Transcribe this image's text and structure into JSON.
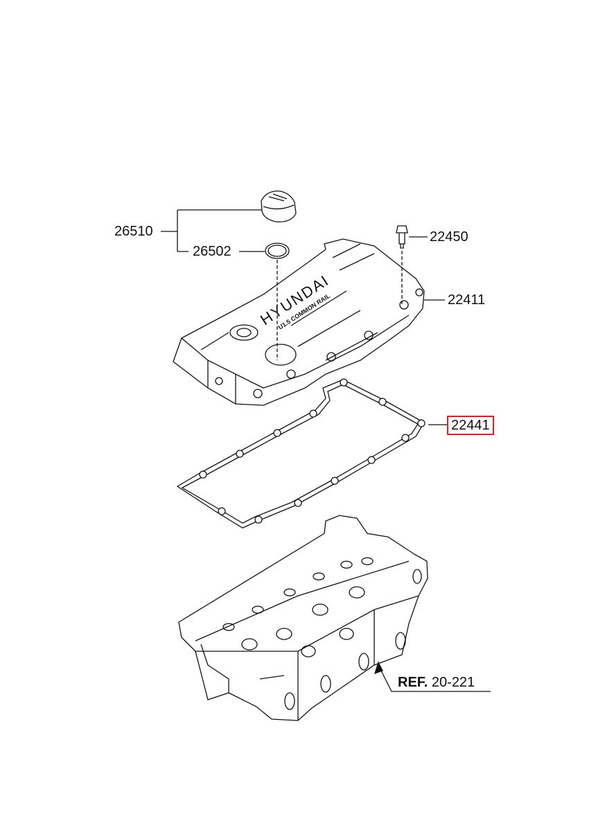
{
  "diagram": {
    "parts": [
      {
        "id": "cap",
        "number": "26510"
      },
      {
        "id": "cap-gasket",
        "number": "26502"
      },
      {
        "id": "bolt",
        "number": "22450"
      },
      {
        "id": "cover",
        "number": "22411"
      },
      {
        "id": "cover-gasket",
        "number": "22441",
        "highlighted": true
      }
    ],
    "reference": {
      "prefix": "REF.",
      "number": "20-221"
    },
    "logo_text": {
      "brand": "HYUNDAI",
      "engine": "U1.5 COMMON RAIL"
    },
    "highlight_color": "#e02020"
  }
}
